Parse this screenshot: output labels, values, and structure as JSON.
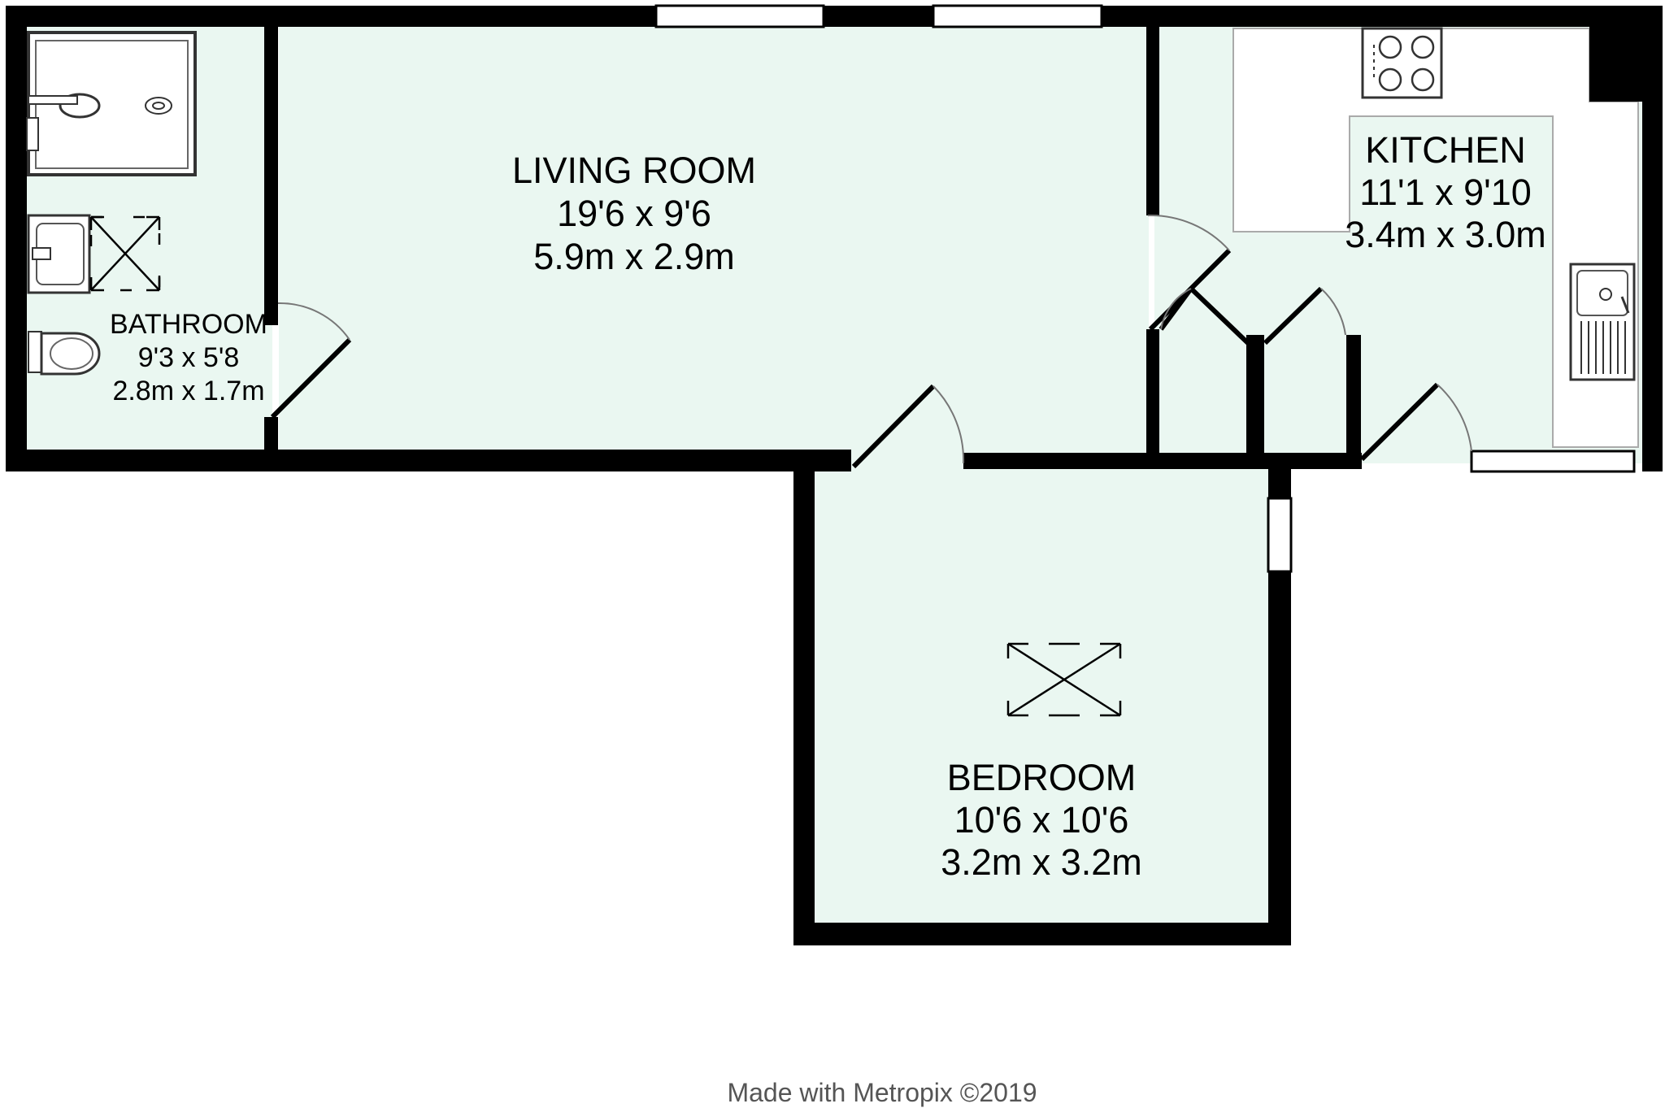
{
  "rooms": {
    "living_room": {
      "name": "LIVING ROOM",
      "imperial": "19'6 x 9'6",
      "metric": "5.9m x 2.9m"
    },
    "kitchen": {
      "name": "KITCHEN",
      "imperial": "11'1 x 9'10",
      "metric": "3.4m x 3.0m"
    },
    "bathroom": {
      "name": "BATHROOM",
      "imperial": "9'3 x 5'8",
      "metric": "2.8m x 1.7m"
    },
    "bedroom": {
      "name": "BEDROOM",
      "imperial": "10'6 x 10'6",
      "metric": "3.2m x 3.2m"
    }
  },
  "footer": {
    "credit": "Made with Metropix ©2019"
  },
  "colors": {
    "floor": "#eaf7f1",
    "wall": "#000000",
    "fixture_line": "#555555",
    "counter": "#ffffff"
  },
  "icons": [
    "shower-tray-icon",
    "washbasin-icon",
    "toilet-icon",
    "hob-icon",
    "sink-icon",
    "skylight-icon",
    "door-swing-icon",
    "window-icon"
  ]
}
